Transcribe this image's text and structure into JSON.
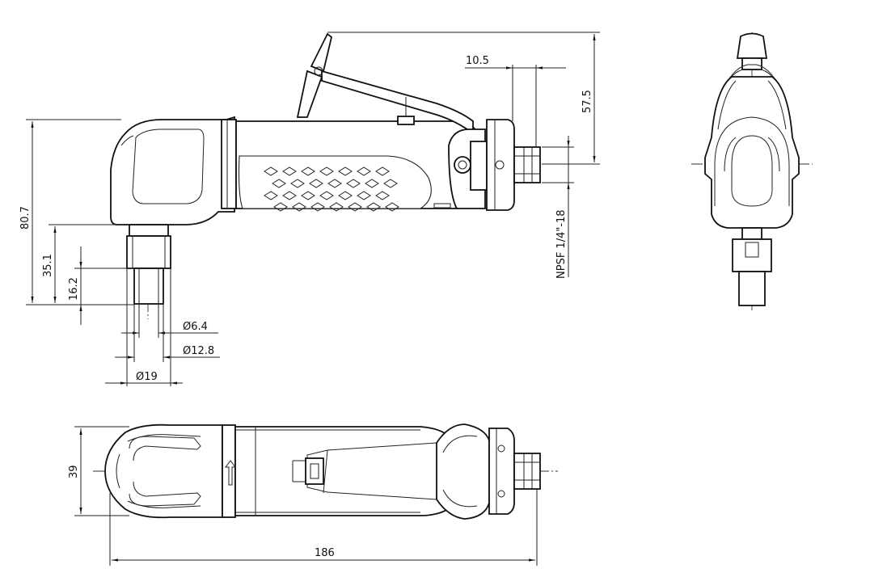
{
  "dimensions": {
    "d_10_5": "10.5",
    "d_57_5": "57.5",
    "d_80_7": "80.7",
    "d_35_1": "35.1",
    "d_16_2": "16.2",
    "d_6_4": "Ø6.4",
    "d_12_8": "Ø12.8",
    "d_19": "Ø19",
    "d_thread": "NPSF 1/4\"-18",
    "d_39": "39",
    "d_186": "186"
  },
  "colors": {
    "line": "#111111",
    "background": "#ffffff"
  }
}
